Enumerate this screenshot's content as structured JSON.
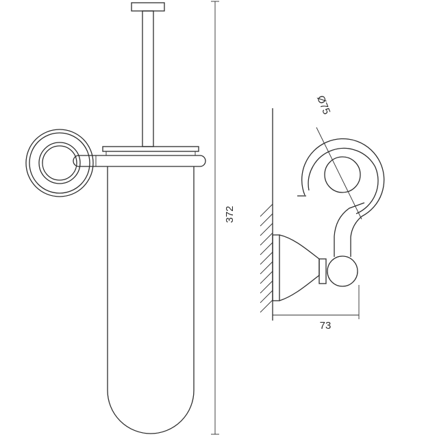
{
  "dimensions": {
    "height_label": "372",
    "depth_label": "73",
    "diameter_label": "Ø75"
  }
}
